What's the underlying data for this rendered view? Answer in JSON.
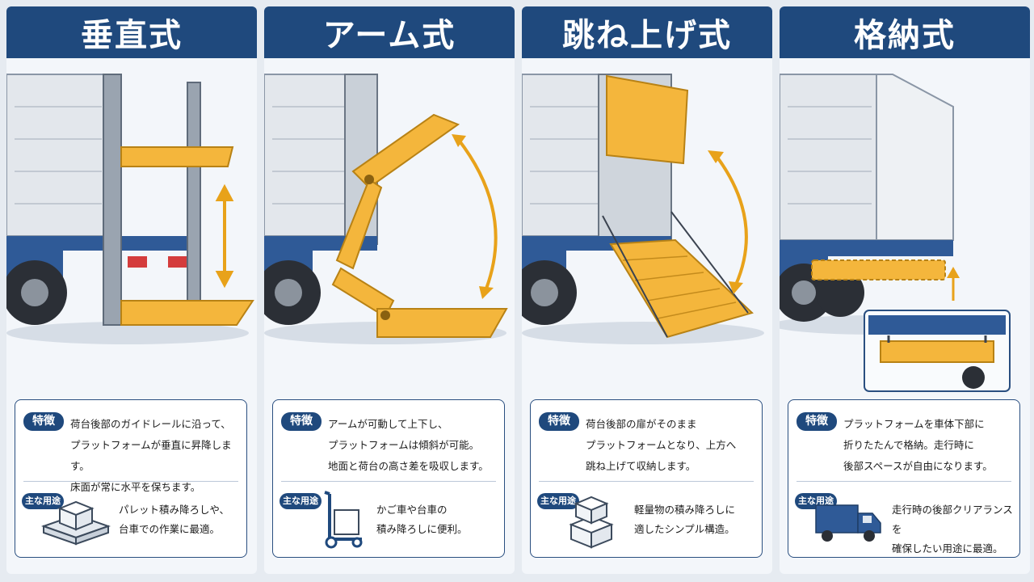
{
  "panels": [
    {
      "title": "垂直式",
      "feature_badge": "特徴",
      "feature_text": "荷台後部のガイドレールに沿って、\nプラットフォームが垂直に昇降します。\n床面が常に水平を保ちます。",
      "use_badge": "主な用途",
      "use_text": "パレット積み降ろしや、\n台車での作業に最適。",
      "use_icon": "pallet-boxes-icon"
    },
    {
      "title": "アーム式",
      "feature_badge": "特徴",
      "feature_text": "アームが可動して上下し、\nプラットフォームは傾斜が可能。\n地面と荷台の高さ差を吸収します。",
      "use_badge": "主な用途",
      "use_text": "かご車や台車の\n積み降ろしに便利。",
      "use_icon": "hand-truck-icon"
    },
    {
      "title": "跳ね上げ式",
      "feature_badge": "特徴",
      "feature_text": "荷台後部の扉がそのまま\nプラットフォームとなり、上方へ\n跳ね上げて収納します。",
      "use_badge": "主な用途",
      "use_text": "軽量物の積み降ろしに\n適したシンプル構造。",
      "use_icon": "stacked-boxes-icon"
    },
    {
      "title": "格納式",
      "feature_badge": "特徴",
      "feature_text": "プラットフォームを車体下部に\n折りたたんで格納。走行時に\n後部スペースが自由になります。",
      "use_badge": "主な用途",
      "use_text": "走行時の後部クリアランスを\n確保したい用途に最適。",
      "use_icon": "delivery-truck-icon"
    }
  ],
  "colors": {
    "header": "#1f497d",
    "platform": "#f4b63c",
    "arrow": "#e8a21a",
    "truck_body": "#e3e7ec",
    "chassis": "#2f5a97",
    "tire": "#2b2f36"
  }
}
